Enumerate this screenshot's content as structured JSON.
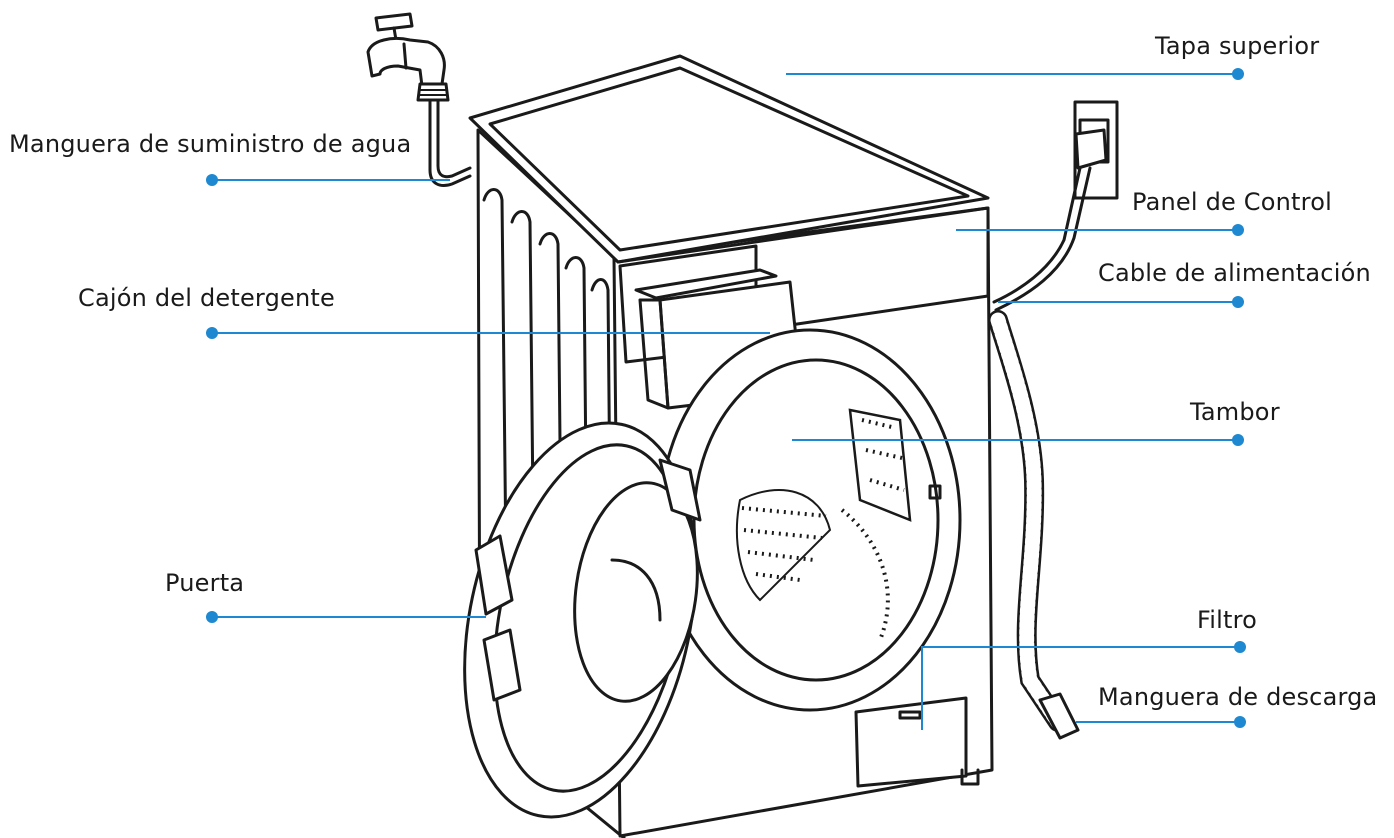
{
  "labels": {
    "tapa_superior": "Tapa superior",
    "manguera_suministro": "Manguera de suministro de agua",
    "panel_control": "Panel de Control",
    "cable_alimentacion": "Cable de alimentación",
    "cajon_detergente": "Cajón del detergente",
    "tambor": "Tambor",
    "puerta": "Puerta",
    "filtro": "Filtro",
    "manguera_descarga": "Manguera de descarga"
  },
  "colors": {
    "leader_line": "#1e88d0",
    "ink": "#1a1a1a",
    "background": "#ffffff"
  }
}
